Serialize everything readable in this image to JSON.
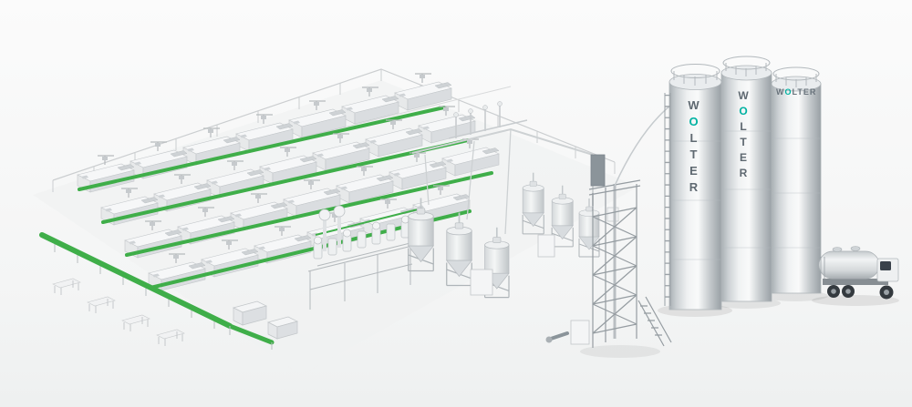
{
  "brand": {
    "pre": "W",
    "accent": "O",
    "post": "LTER"
  },
  "colors": {
    "accent_teal": "#00b2a2",
    "conveyor_green": "#3fae49",
    "machine_white": "#f6f7f8",
    "metal_gray": "#c3c9cd",
    "background": "#f4f5f5"
  },
  "scene": {
    "storage_silos": {
      "count": 3,
      "label": "WOLTER"
    },
    "machine_grid": {
      "rows": 4,
      "machines_per_row": 7
    },
    "vehicle": {
      "type": "tanker-truck"
    }
  }
}
